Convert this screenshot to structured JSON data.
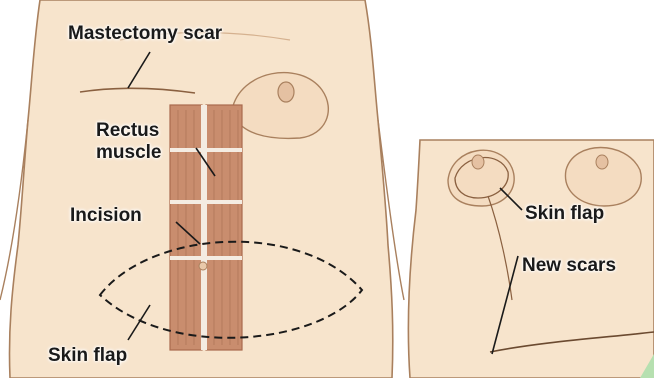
{
  "colors": {
    "skin": "#f7e4cc",
    "skin_shadow": "#e7c8a6",
    "outline": "#a9805e",
    "muscle": "#c98d6e",
    "muscle_dark": "#a96a4e",
    "tendon": "#f4ece2",
    "ink": "#1a1a1a",
    "corner_accent": "#b6e0b0"
  },
  "figure_left": {
    "labels": {
      "mastectomy_scar": "Mastectomy scar",
      "rectus_line1": "Rectus",
      "rectus_line2": "muscle",
      "incision": "Incision",
      "skin_flap": "Skin flap"
    },
    "icons": {
      "torso": "torso-front-illustration",
      "flap_outline": "dashed-ellipse-outline"
    }
  },
  "figure_right": {
    "labels": {
      "skin_flap": "Skin flap",
      "new_scars": "New scars"
    },
    "icons": {
      "torso": "torso-front-illustration-reconstructed"
    }
  }
}
